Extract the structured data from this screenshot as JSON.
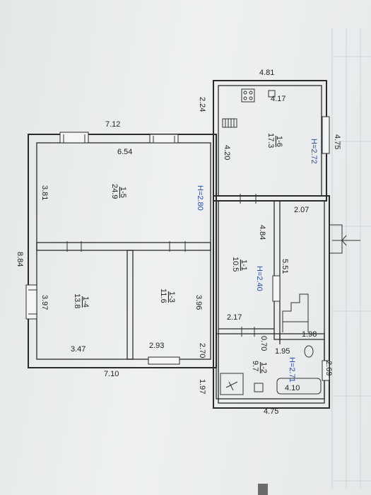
{
  "dimensions": {
    "top_overall": "4.81",
    "left_overall": "8.84",
    "top_main": "7.12",
    "bottom_main": "7.10",
    "kitchen_offset": "2.24",
    "kitchen_width": "4.17",
    "kitchen_right": "4.75",
    "kitchen_depth": "4.20",
    "room5_width": "6.54",
    "room5_depth": "3.81",
    "room4_depth": "3.97",
    "room4_width": "3.47",
    "room3_depth": "3.96",
    "room3_width": "2.93",
    "corridor_depth": "4.84",
    "corridor_width": "2.17",
    "stair_width": "2.07",
    "stair_depth": "5.51",
    "stair_bottom": "1.98",
    "bath_offset": "0.70",
    "bath_depth": "2.70",
    "bath_top": "1.95",
    "bath_right": "2.69",
    "bath_width": "4.10",
    "bottom_annex": "4.75",
    "annex_offset": "1.97"
  },
  "rooms": {
    "r6": {
      "id": "1-6",
      "area": "17.3"
    },
    "r5": {
      "id": "1-5",
      "area": "24.9"
    },
    "r4": {
      "id": "1-4",
      "area": "13.8"
    },
    "r3": {
      "id": "1-3",
      "area": "11.6"
    },
    "r1": {
      "id": "1-1",
      "area": "10.5"
    },
    "r2": {
      "id": "1-2",
      "area": "9.7"
    }
  },
  "heights": {
    "kitchen": "H=2.72",
    "main": "H=2.80",
    "corridor": "H=2.40",
    "bath": "H=2.71"
  },
  "colors": {
    "wall": "#2b2b2b",
    "height_text": "#2a4fa8",
    "paper": "#eef0f1"
  }
}
